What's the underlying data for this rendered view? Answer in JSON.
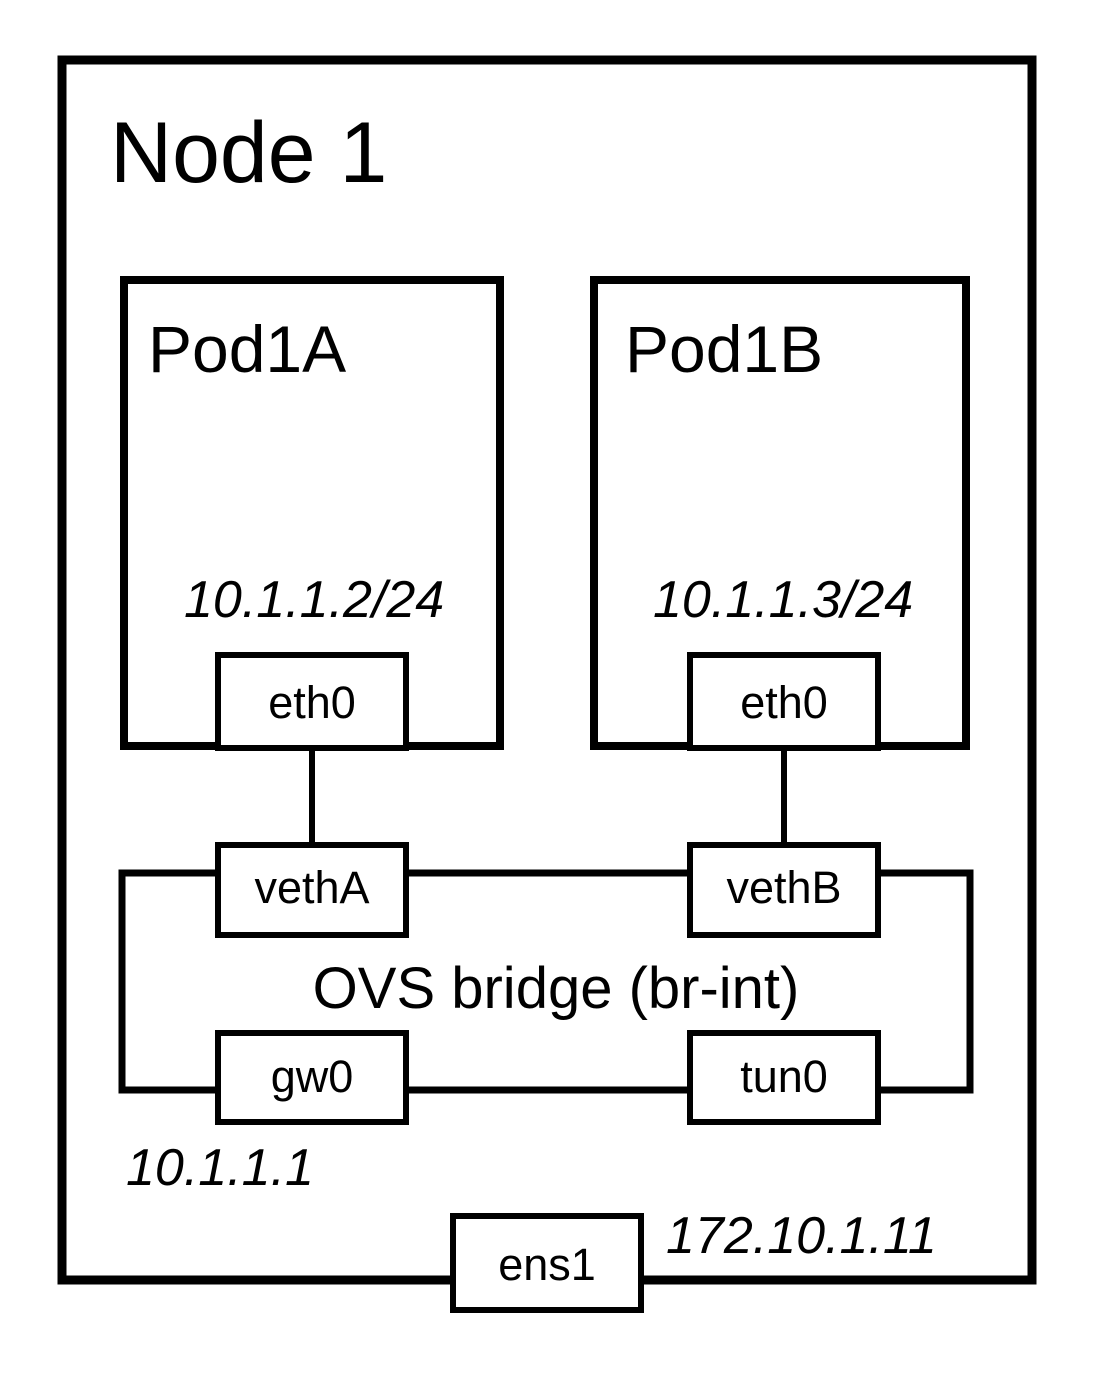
{
  "diagram": {
    "title": "Node 1",
    "stroke_color": "#000000",
    "background_color": "#ffffff",
    "pods": [
      {
        "name": "Pod1A",
        "ip": "10.1.1.2/24",
        "interface": "eth0"
      },
      {
        "name": "Pod1B",
        "ip": "10.1.1.3/24",
        "interface": "eth0"
      }
    ],
    "bridge": {
      "label": "OVS bridge (br-int)",
      "ports": {
        "veth_a": "vethA",
        "veth_b": "vethB",
        "gateway": "gw0",
        "tunnel": "tun0"
      },
      "gateway_ip": "10.1.1.1"
    },
    "uplink": {
      "interface": "ens1",
      "ip": "172.10.1.11"
    }
  }
}
